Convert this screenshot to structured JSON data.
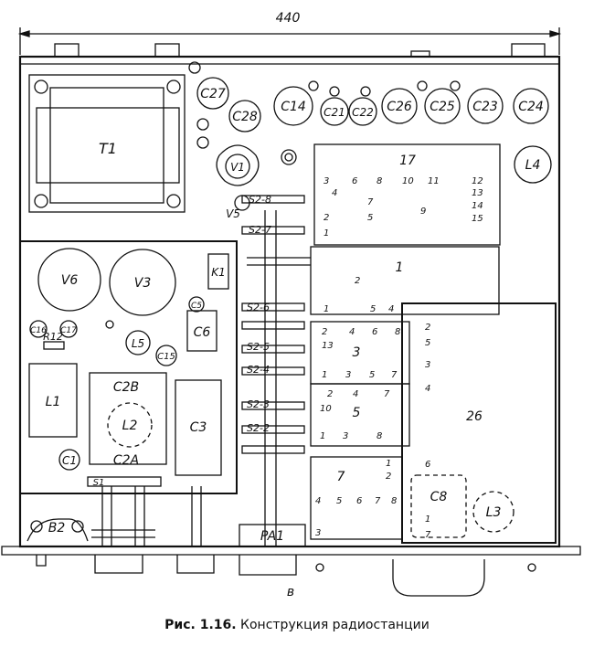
{
  "dimension": "440",
  "sheet_letter": "в",
  "caption": {
    "label": "Рис. 1.16.",
    "text": "Конструкция радиостанции"
  },
  "components": {
    "T1": "T1",
    "C27": "C27",
    "C28": "C28",
    "C14": "C14",
    "C21": "C21",
    "C22": "C22",
    "C26": "C26",
    "C25": "C25",
    "C23": "C23",
    "C24": "C24",
    "V1": "V1",
    "V5": "V5",
    "L4": "L4",
    "V6": "V6",
    "V3": "V3",
    "K1": "K1",
    "C5": "C5",
    "C6": "C6",
    "L5": "L5",
    "C15": "C15",
    "C16": "C16",
    "R12": "R12",
    "C17": "C17",
    "L1": "L1",
    "C2B": "C2B",
    "L2": "L2",
    "C2A": "C2A",
    "C3": "C3",
    "C1": "C1",
    "S1": "S1",
    "B2": "B2",
    "PA1": "PA1",
    "C8": "C8",
    "L3": "L3"
  },
  "switch_labels": {
    "s6": "S2-6",
    "s7": "S2-7",
    "s8": "S2-8",
    "s5": "S2-5",
    "s4": "S2-4",
    "s3": "S2-3",
    "s2": "S2-2"
  },
  "modules": {
    "m17": "17",
    "m1": "1",
    "m3": "3",
    "m5": "5",
    "m7": "7",
    "m26": "26"
  },
  "pins": {
    "b17": [
      "3",
      "6",
      "8",
      "10",
      "11",
      "12",
      "4",
      "7",
      "13",
      "9",
      "14",
      "2",
      "5",
      "15",
      "1"
    ],
    "b1": [
      "2",
      "1",
      "5",
      "4"
    ],
    "b3": [
      "2",
      "4",
      "6",
      "8",
      "13",
      "1",
      "3",
      "5",
      "7"
    ],
    "b5": [
      "2",
      "4",
      "7",
      "10",
      "1",
      "3",
      "8"
    ],
    "b7": [
      "1",
      "2",
      "4",
      "5",
      "6",
      "7",
      "8",
      "3"
    ],
    "b26": [
      "2",
      "5",
      "3",
      "4",
      "6",
      "1",
      "7"
    ]
  }
}
